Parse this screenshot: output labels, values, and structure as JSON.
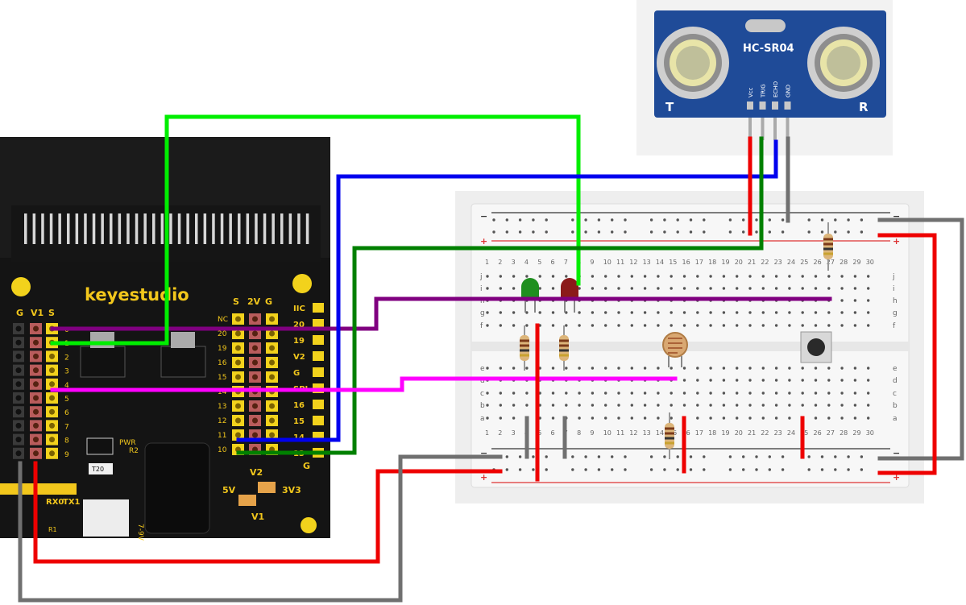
{
  "board": {
    "brand": "keyestudio",
    "top_pin_labels": [
      "G",
      "V1",
      "S"
    ],
    "top_pin_labels_right": [
      "S",
      "2V",
      "G"
    ],
    "left_pin_numbers": [
      "0",
      "1",
      "2",
      "3",
      "4",
      "5",
      "6",
      "7",
      "8",
      "9"
    ],
    "right_pin_numbers": [
      "NC",
      "20",
      "19",
      "16",
      "15",
      "14",
      "13",
      "12",
      "11",
      "10"
    ],
    "side_labels": [
      "IIC",
      "20",
      "19",
      "V2",
      "G",
      "SPI",
      "16",
      "15",
      "14",
      "13"
    ],
    "pwr_label": "PWR",
    "r2_label": "R2",
    "t20_label": "T20",
    "rx0_label": "RX0",
    "tx1_label": "TX1",
    "r1_label": "R1",
    "voltage_label": "7-9V",
    "v2_label": "V2",
    "v1_label": "V1",
    "fivev_label": "5V",
    "threev3_label": "3V3",
    "g_label": "G"
  },
  "sensor": {
    "title": "HC-SR04",
    "pins": [
      "Vcc",
      "TRIG",
      "ECHO",
      "GND"
    ],
    "left_label": "T",
    "right_label": "R"
  },
  "breadboard": {
    "columns": [
      "1",
      "2",
      "3",
      "4",
      "5",
      "6",
      "7",
      "8",
      "9",
      "10",
      "11",
      "12",
      "13",
      "14",
      "15",
      "16",
      "17",
      "18",
      "19",
      "20",
      "21",
      "22",
      "23",
      "24",
      "25",
      "26",
      "27",
      "28",
      "29",
      "30"
    ],
    "rows_top": [
      "j",
      "i",
      "h",
      "g",
      "f"
    ],
    "rows_bottom": [
      "e",
      "d",
      "c",
      "b",
      "a"
    ],
    "rail_minus": "−",
    "rail_plus": "+"
  },
  "wires": {
    "purple": "#800080",
    "green": "#00ee00",
    "dark_green": "#008000",
    "blue": "#0000ee",
    "magenta": "#ff00ff",
    "red": "#ee0000",
    "gray": "#707070"
  }
}
